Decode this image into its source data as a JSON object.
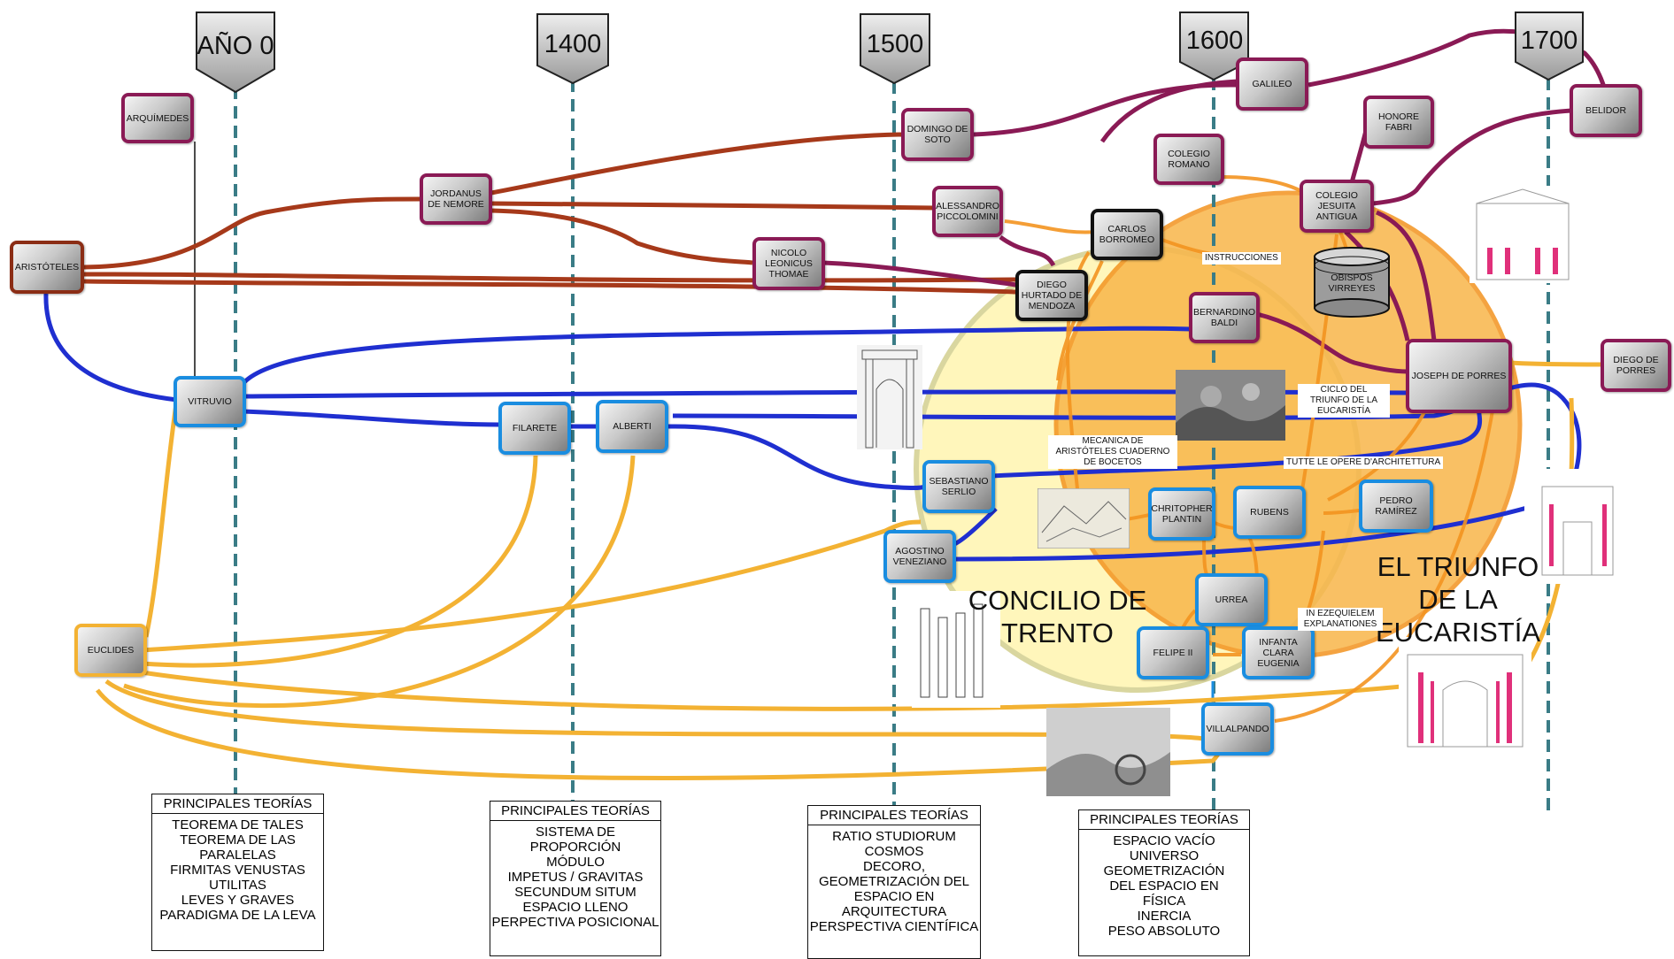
{
  "eras": [
    "AÑO 0",
    "1400",
    "1500",
    "1600",
    "1700"
  ],
  "nodes": {
    "arquimedes": "ARQUÍMEDES",
    "aristoteles": "ARISTÓTELES",
    "jordanus": "JORDANUS DE NEMORE",
    "domingo": "DOMINGO DE SOTO",
    "alessandro": "ALESSANDRO PICCOLOMINI",
    "nicolo": "NICOLO LEONICUS THOMAE",
    "diego_hurtado": "DIEGO HURTADO DE MENDOZA",
    "carlos": "CARLOS BORROMEO",
    "colegio_romano": "COLEGIO ROMANO",
    "galileo": "GALILEO",
    "honore": "HONORE FABRI",
    "belidor": "BELIDOR",
    "colegio_jesuita": "COLEGIO JESUITA ANTIGUA",
    "obispos": "OBISPOS VIRREYES",
    "bernardino": "BERNARDINO BALDI",
    "joseph": "JOSEPH DE PORRES",
    "diego_porres": "DIEGO DE PORRES",
    "vitruvio": "VITRUVIO",
    "filarete": "FILARETE",
    "alberti": "ALBERTI",
    "serlio": "SEBASTIANO SERLIO",
    "agostino": "AGOSTINO VENEZIANO",
    "plantin": "CHRITOPHER PLANTIN",
    "rubens": "RUBENS",
    "pedro": "PEDRO RAMÍREZ",
    "urrea": "URREA",
    "felipe": "FELIPE II",
    "infanta": "INFANTA CLARA EUGENIA",
    "villalpando": "VILLALPANDO",
    "euclides": "EUCLIDES"
  },
  "labels": {
    "instrucciones": "INSTRUCCIONES",
    "ciclo": "CICLO DEL TRIUNFO DE LA EUCARISTÍA",
    "mecanica": "MECANICA DE ARISTÓTELES CUADERNO DE BOCETOS",
    "tutte": "TUTTE LE OPERE D'ARCHITETTURA",
    "ezequielem": "IN EZEQUIELEM EXPLANATIONES"
  },
  "regions": {
    "concilio": "CONCILIO DE TRENTO",
    "triunfo": "EL TRIUNFO DE LA EUCARISTÍA"
  },
  "theories": [
    {
      "title": "PRINCIPALES TEORÍAS",
      "items": [
        "TEOREMA DE TALES",
        "TEOREMA DE LAS PARALELAS",
        "FIRMITAS VENUSTAS UTILITAS",
        "LEVES Y GRAVES",
        "PARADIGMA DE LA LEVA"
      ]
    },
    {
      "title": "PRINCIPALES TEORÍAS",
      "items": [
        "SISTEMA DE PROPORCIÓN",
        "MÓDULO",
        "IMPETUS / GRAVITAS",
        "SECUNDUM SITUM",
        "ESPACIO LLENO",
        "PERPECTIVA POSICIONAL"
      ]
    },
    {
      "title": "PRINCIPALES TEORÍAS",
      "items": [
        "RATIO STUDIORUM",
        "COSMOS",
        "DECORO,",
        "GEOMETRIZACIÓN DEL ESPACIO EN",
        "ARQUITECTURA",
        "PERSPECTIVA CIENTÍFICA"
      ]
    },
    {
      "title": "PRINCIPALES TEORÍAS",
      "items": [
        "ESPACIO VACÍO",
        "UNIVERSO",
        "GEOMETRIZACIÓN DEL ESPACIO EN FÍSICA",
        "INERCIA",
        "PESO ABSOLUTO"
      ]
    }
  ],
  "colors": {
    "purple": "#8a1a55",
    "darkred": "#8b2d15",
    "red": "#a8282a",
    "blue": "#1f2fd0",
    "lightblue": "#1a8de0",
    "orange": "#f3b233",
    "trento_fill": "#fff6b8",
    "triunfo_fill": "#f8b64a"
  }
}
